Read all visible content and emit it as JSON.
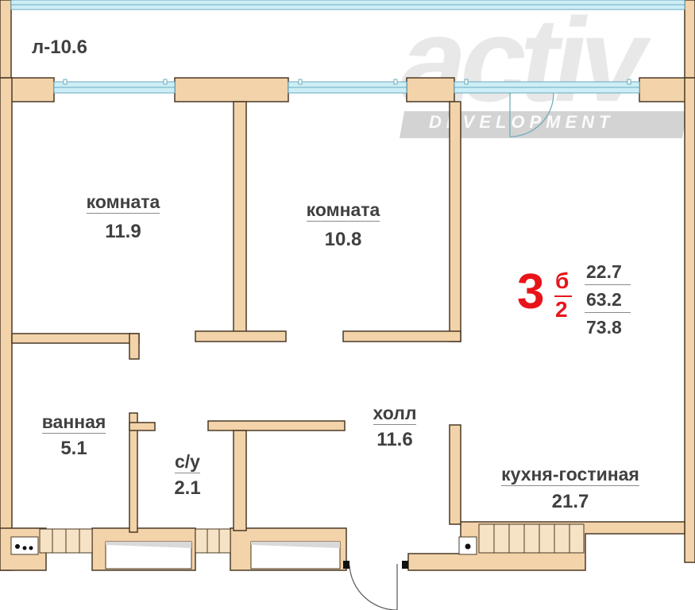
{
  "colors": {
    "wall": "#f3d3a9",
    "wall_stroke": "#4a3a28",
    "window": "#aee0ee",
    "text": "#404040",
    "accent": "#e8141b"
  },
  "balcony": {
    "label": "л-10.6"
  },
  "rooms": [
    {
      "name": "комната",
      "area": "11.9"
    },
    {
      "name": "комната",
      "area": "10.8"
    },
    {
      "name": "ванная",
      "area": "5.1"
    },
    {
      "name": "с/у",
      "area": "2.1"
    },
    {
      "name": "холл",
      "area": "11.6"
    },
    {
      "name": "кухня-гостиная",
      "area": "21.7"
    }
  ],
  "apartment": {
    "rooms_count": "3",
    "variant_top": "б",
    "variant_bottom": "2",
    "areas": [
      "22.7",
      "63.2",
      "73.8"
    ]
  },
  "logo": {
    "wordmark": "activ",
    "tagline": "DEVELOPMENT"
  }
}
